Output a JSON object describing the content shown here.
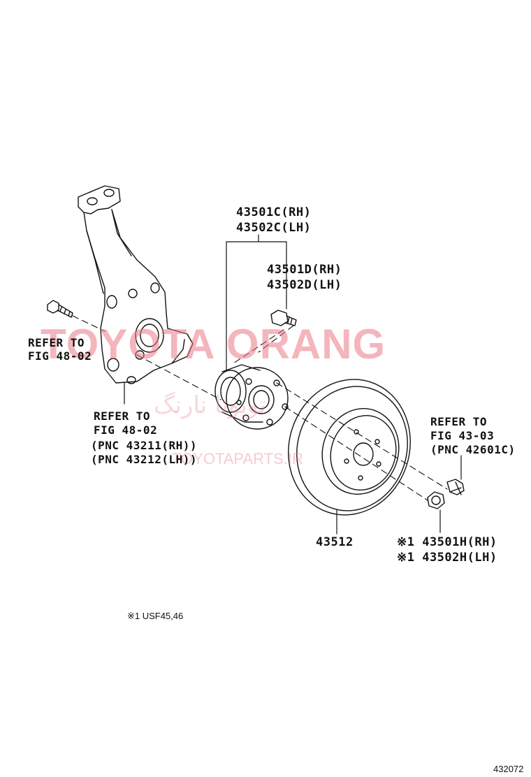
{
  "watermark": {
    "main": "TOYOTA ORANG",
    "persian": "تویوتا نارنگ",
    "site": "TOYOTAPARTS.IR",
    "color": "#eb7887"
  },
  "labels": {
    "hub_assy_rh": "43501C(RH)",
    "hub_assy_lh": "43502C(LH)",
    "hub_bolt_rh": "43501D(RH)",
    "hub_bolt_lh": "43502D(LH)",
    "refer_left_1": "REFER TO",
    "refer_left_2": "FIG 48-02",
    "refer_knuckle_1": "REFER TO",
    "refer_knuckle_2": "FIG 48-02",
    "pnc_knuckle_rh": "(PNC 43211(RH))",
    "pnc_knuckle_lh": "(PNC 43212(LH))",
    "refer_right_1": "REFER TO",
    "refer_right_2": "FIG 43-03",
    "pnc_right": "(PNC 42601C)",
    "disc": "43512",
    "nut_rh": "※1 43501H(RH)",
    "nut_lh": "※1 43502H(LH)",
    "footnote": "※1 USF45,46",
    "figure_code": "432072"
  }
}
